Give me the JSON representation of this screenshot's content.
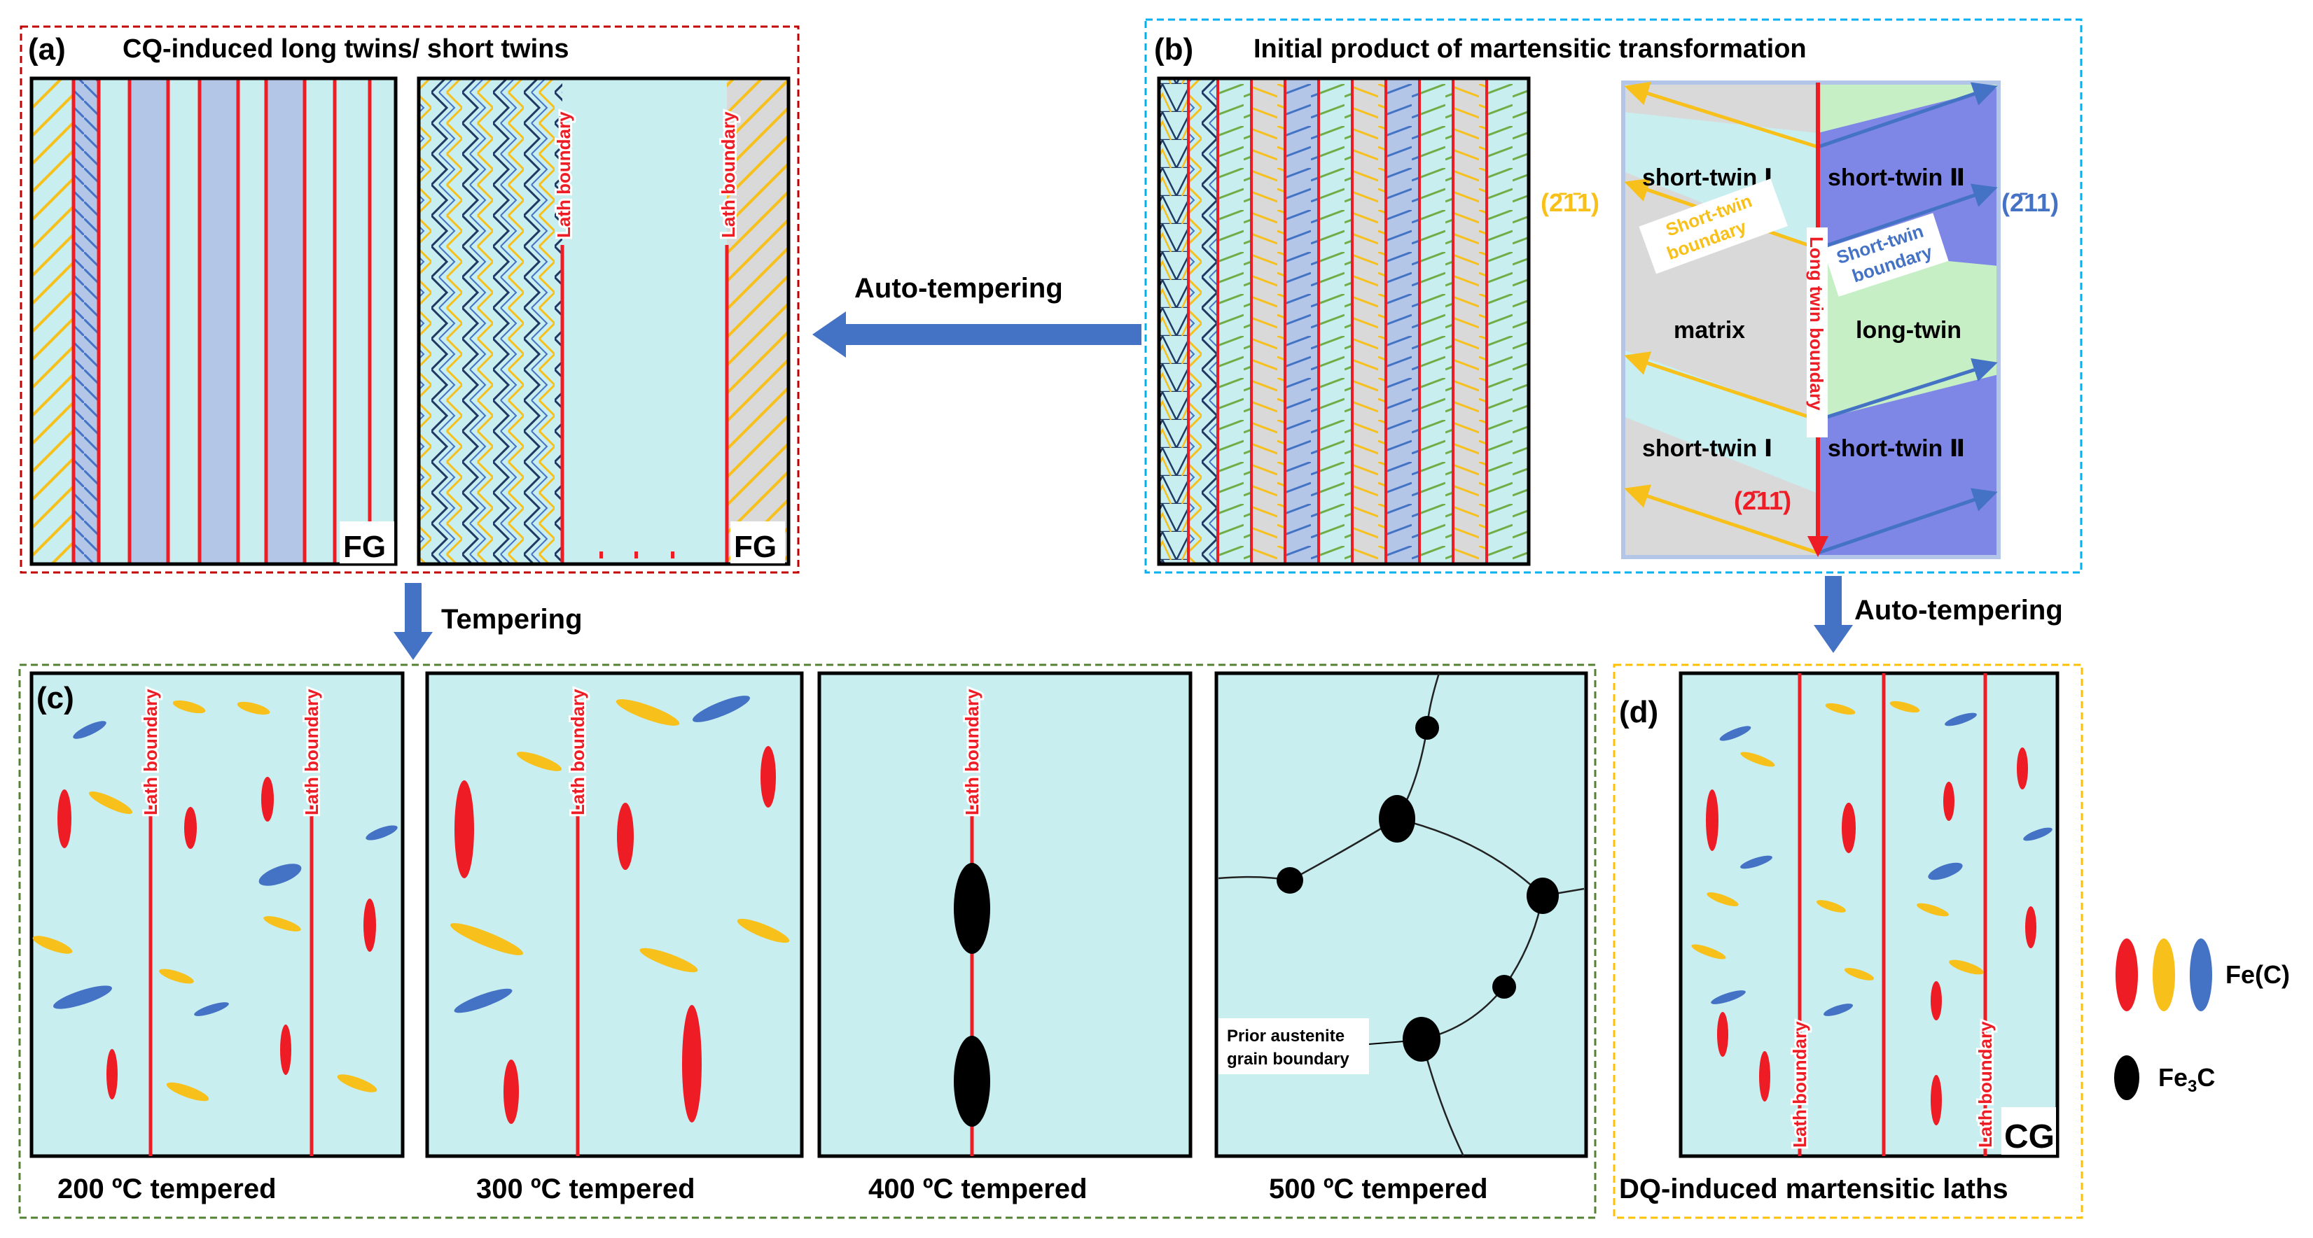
{
  "panels": {
    "a": {
      "label": "(a)",
      "title": "CQ-induced long twins/ short twins",
      "grain_tag": "FG"
    },
    "b": {
      "label": "(b)",
      "title": "Initial product of martensitic transformation",
      "regions": {
        "short_twin_1_top": "short-twin Ⅰ",
        "short_twin_2_top": "short-twin Ⅱ",
        "matrix": "matrix",
        "long_twin": "long-twin",
        "short_twin_1_bottom": "short-twin Ⅰ",
        "short_twin_2_bottom": "short-twin Ⅱ"
      },
      "boundaries": {
        "short_twin_left": [
          "Short-twin",
          "boundary"
        ],
        "short_twin_right": [
          "Short-twin",
          "boundary"
        ],
        "long_twin": "Long twin boundary"
      },
      "planes": {
        "left": "(2̄1̄1)",
        "right": "(2̄11)",
        "bottom": "(2̄11̄)"
      }
    },
    "c": {
      "label": "(c)"
    },
    "d": {
      "label": "(d)",
      "grain_tag": "CG",
      "caption": "DQ-induced martensitic laths"
    }
  },
  "arrows": {
    "a_from_b": "Auto-tempering",
    "a_to_c": "Tempering",
    "b_to_d": "Auto-tempering"
  },
  "lath_boundary": "Lath boundary",
  "tempering_captions": [
    "200 ºC tempered",
    "300 ºC tempered",
    "400 ºC tempered",
    "500 ºC tempered"
  ],
  "grain_boundary_label": [
    "Prior austenite",
    "grain boundary"
  ],
  "legend": {
    "fe_c": "Fe(C)",
    "fe3c": "Fe3C"
  },
  "colors": {
    "phase_bg": "#c8eef0",
    "twin_violet": "#b4c6e8",
    "boundary_red": "#ee1c25",
    "fe_c_red": "#ee1c25",
    "fe_c_yellow": "#f7c01b",
    "fe_c_blue": "#4472c4",
    "fe3c_black": "#000000",
    "frame_a": "#c00000",
    "frame_b": "#00b0f0",
    "frame_c": "#548235",
    "frame_d": "#ffc000",
    "arrow_blue": "#4472c4"
  }
}
